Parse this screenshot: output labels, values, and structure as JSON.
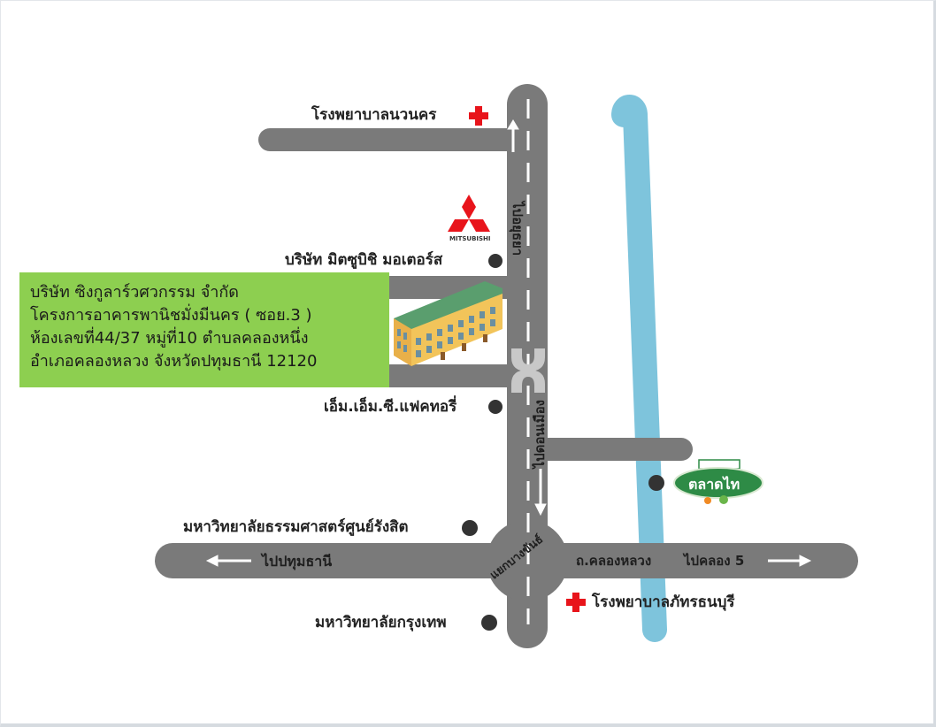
{
  "map": {
    "title": "Location map",
    "colors": {
      "road": "#7a7a7a",
      "road_marking": "#ffffff",
      "river": "#7ec4dc",
      "infobox_bg": "#8dcf50",
      "hospital_cross": "#e8141b",
      "poi_dot": "#333333",
      "market_logo": "#2e8b46"
    },
    "company_info": {
      "lines": [
        "บริษัท ซิงกูลาร์วศวกรรม จำกัด",
        "โครงการอาคารพานิชมั่งมีนคร  ( ซอย.3 )",
        "ห้องเลขที่44/37 หมู่ที่10 ตำบลคลองหนึ่ง",
        "อำเภอคลองหลวง จังหวัดปทุมธานี 12120"
      ]
    },
    "landmarks": {
      "hospital_top": "โรงพยาบาลนวนคร",
      "mitsubishi_logo_text": "MITSUBISHI",
      "mitsubishi": "บริษัท มิตซูบิชิ มอเตอร์ส",
      "mmc_factory": "เอ็ม.เอ็ม.ซี.แฟคทอรี่",
      "thammasat": "มหาวิทยาลัยธรรมศาสตร์ศูนย์รังสิต",
      "bangkok_univ": "มหาวิทยาลัยกรุงเทพ",
      "hospital_bottom": "โรงพยาบาลภัทรธนบุรี",
      "talad_thai": "ตลาดไท"
    },
    "roads": {
      "to_ayutthaya": "ไปอยุธยา",
      "to_don_mueang": "ไปดอนเมือง",
      "to_pathum_thani": "ไปปทุมธานี",
      "khlong_luang_road": "ถ.คลองหลวง",
      "to_khlong_5": "ไปคลอง 5",
      "bang_khan_junction": "แยกบางขันธ์"
    }
  }
}
